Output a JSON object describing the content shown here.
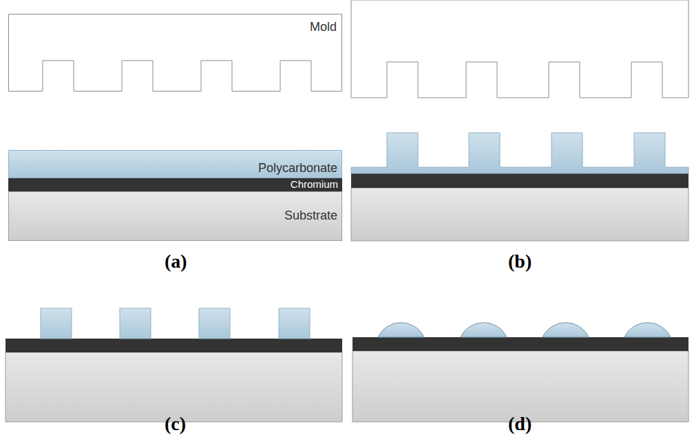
{
  "diagram": {
    "nodes": [
      {
        "text": [
          "Mold"
        ]
      },
      {
        "text": [
          "Polycarbonate"
        ]
      },
      {
        "text": [
          "Chromium"
        ]
      },
      {
        "text": [
          "Substrate"
        ]
      }
    ],
    "labels": [
      "(a)",
      "(b)",
      "(c)",
      "(d)"
    ]
  }
}
